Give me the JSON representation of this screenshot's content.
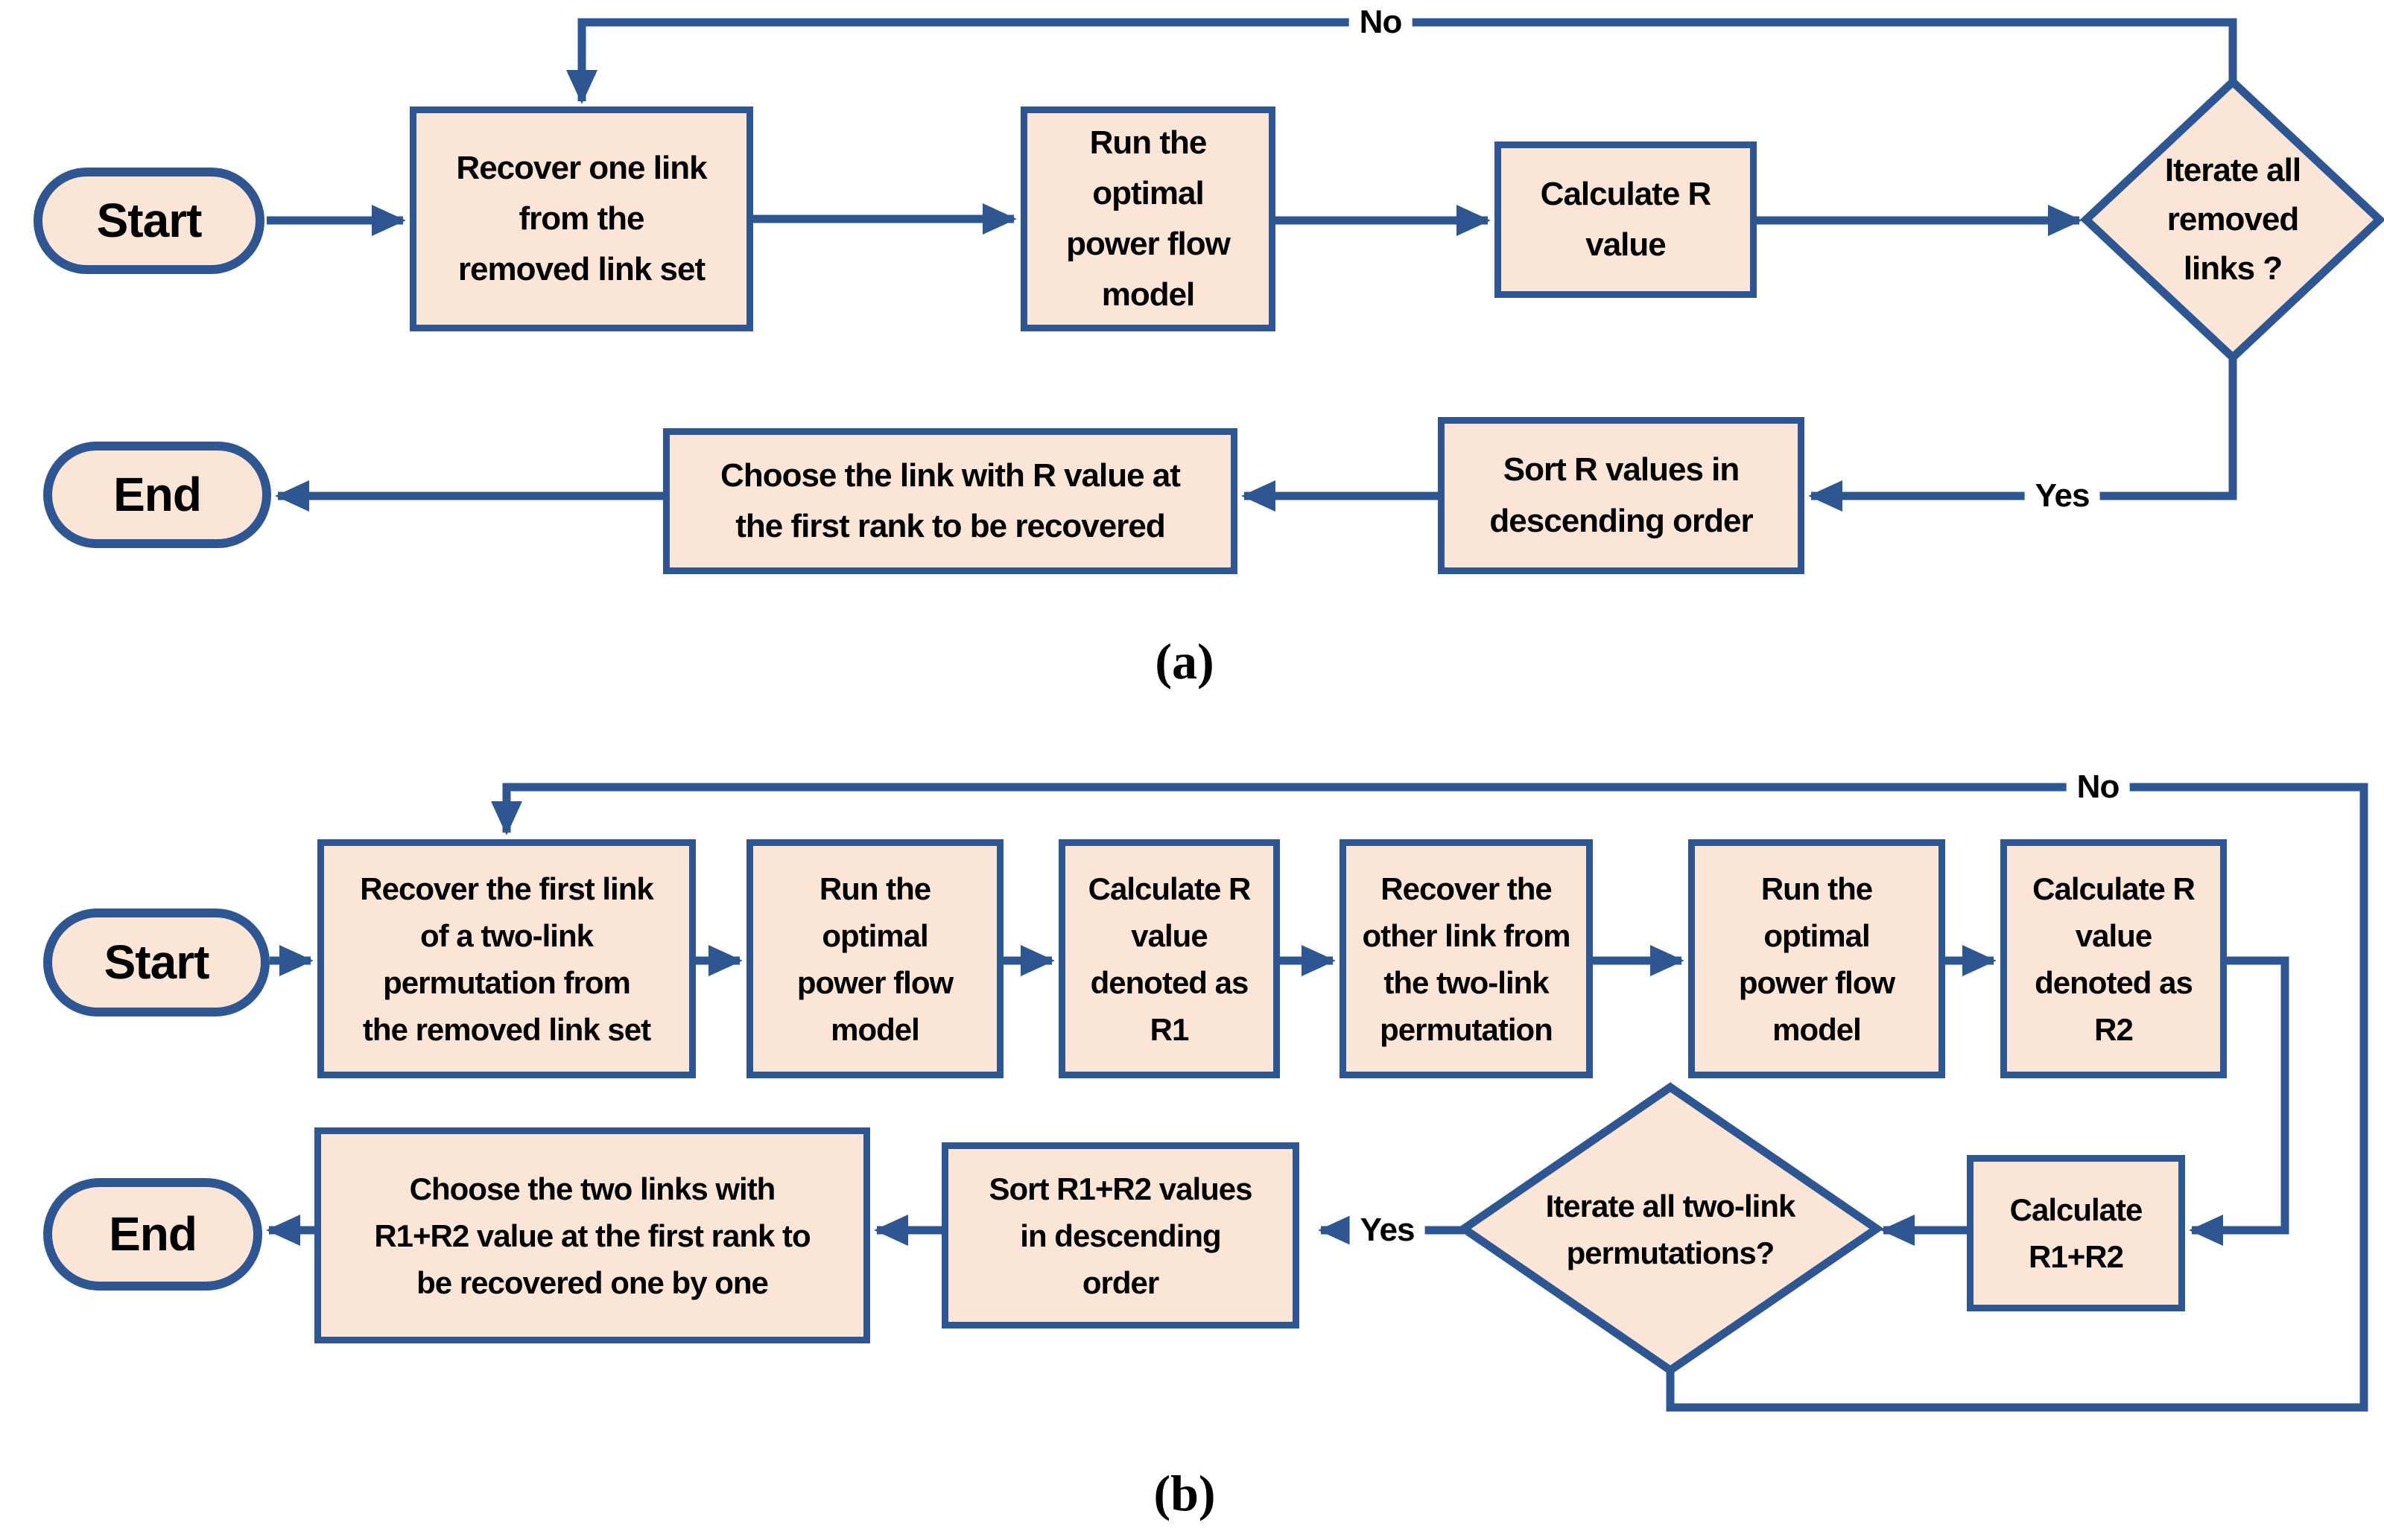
{
  "figure": {
    "colors": {
      "fill": "#FBE5D6",
      "stroke": "#2E5693",
      "text": "#000000",
      "background": "#FFFFFF"
    },
    "part_a": {
      "caption": "(a)",
      "start_label": "Start",
      "end_label": "End",
      "no_label": "No",
      "yes_label": "Yes",
      "recover_box": "Recover one link\nfrom the\nremoved link set",
      "run_box": "Run the\noptimal\npower flow\nmodel",
      "calc_box": "Calculate R\nvalue",
      "iterate_diamond": "Iterate all\nremoved\nlinks ?",
      "sort_box": "Sort R values in\ndescending order",
      "choose_box": "Choose the link with R value at\nthe first rank to be recovered"
    },
    "part_b": {
      "caption": "(b)",
      "start_label": "Start",
      "end_label": "End",
      "no_label": "No",
      "yes_label": "Yes",
      "recover_first_box": "Recover the first link\nof a two-link\npermutation from\nthe removed link set",
      "run_box_1": "Run the\noptimal\npower flow\nmodel",
      "calc_r1_box": "Calculate R\nvalue\ndenoted as\nR1",
      "recover_other_box": "Recover the\nother link from\nthe two-link\npermutation",
      "run_box_2": "Run the\noptimal\npower flow\nmodel",
      "calc_r2_box": "Calculate R\nvalue\ndenoted as\nR2",
      "calc_sum_box": "Calculate\nR1+R2",
      "iterate_diamond": "Iterate all two-link\npermutations?",
      "sort_box": "Sort R1+R2 values\nin descending\norder",
      "choose_box": "Choose the two links with\nR1+R2 value at the first rank to\nbe recovered one by one"
    }
  }
}
